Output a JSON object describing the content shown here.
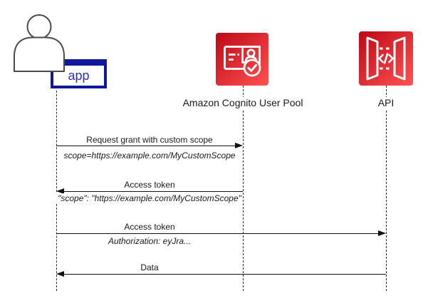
{
  "diagram": {
    "type": "sequence-diagram",
    "participants": {
      "app": {
        "label": "app",
        "shape": "actor-with-box"
      },
      "cognito": {
        "label": "Amazon Cognito User Pool",
        "shape": "aws-cognito-user-pool-icon"
      },
      "api": {
        "label": "API",
        "shape": "aws-api-gateway-icon"
      }
    },
    "messages": [
      {
        "from": "app",
        "to": "cognito",
        "direction": "right",
        "label": "Request grant with custom scope",
        "detail": "scope=https://example.com/MyCustomScope"
      },
      {
        "from": "cognito",
        "to": "app",
        "direction": "left",
        "label": "Access token",
        "detail": "\"scope\": \"https://example.com/MyCustomScope\""
      },
      {
        "from": "app",
        "to": "api",
        "direction": "right",
        "label": "Access token",
        "detail": "Authorization: eyJra..."
      },
      {
        "from": "api",
        "to": "app",
        "direction": "left",
        "label": "Data",
        "detail": ""
      }
    ],
    "colors": {
      "aws_red_gradient_start": "#BD0816",
      "aws_red_gradient_end": "#FF5252",
      "app_box_border": "#10189E",
      "app_box_text": "#2d2dc4",
      "line": "#111111",
      "actor_outline": "#4a4a4a"
    }
  }
}
